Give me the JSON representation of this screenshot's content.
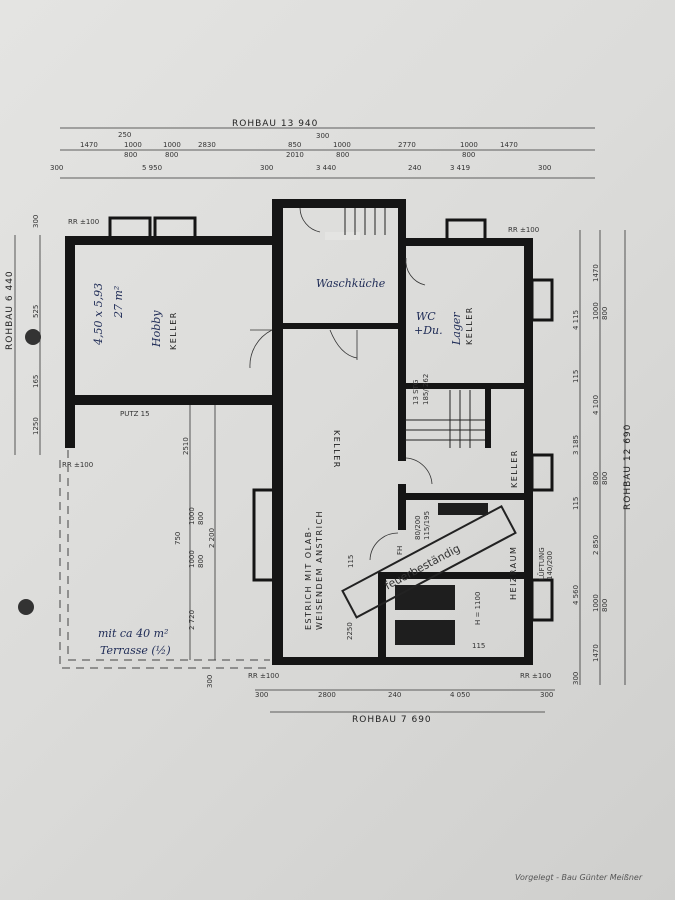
{
  "plan": {
    "overall_width": "ROHBAU  13 940",
    "overall_bottom": "ROHBAU  7 690",
    "overall_right": "ROHBAU  12 690",
    "overall_left": "ROHBAU  6 440",
    "top_row1": [
      "1470",
      "250",
      "1000",
      "800",
      "1000",
      "800",
      "2830",
      "850",
      "2010",
      "300",
      "1000",
      "800",
      "2770",
      "1000",
      "800",
      "1470"
    ],
    "top_row2": [
      "300",
      "5 950",
      "300",
      "3 440",
      "240",
      "3 419",
      "300"
    ],
    "bottom_row": [
      "300",
      "2800",
      "240",
      "4 050",
      "300"
    ],
    "right_inner": [
      "4 115",
      "115",
      "3 185",
      "115",
      "4 560",
      "300"
    ],
    "right_outer": [
      "1470",
      "1000",
      "800",
      "4 100",
      "800",
      "800",
      "2 850",
      "1000",
      "800",
      "1470"
    ],
    "left_dims": [
      "300",
      "525",
      "165",
      "1250"
    ],
    "terrace_dims": [
      "2510",
      "1000",
      "800",
      "750",
      "1000",
      "800",
      "2 200",
      "2 720",
      "300"
    ],
    "level_marks": [
      "RR ±100",
      "RR ±100",
      "RR ±100",
      "RR ±100",
      "RR ±100"
    ]
  },
  "rooms": {
    "hobby": "KELLER",
    "hobby_hand": "Hobby",
    "hobby_size": "4,50 x 5,93",
    "hobby_area": "27 m²",
    "putz": "PUTZ 15",
    "waschkueche": "Waschküche",
    "keller_middle": "KELLER",
    "lager": "KELLER",
    "lager_hand": "Lager",
    "wc": "WC",
    "du": "+Du.",
    "stair_note1": "13 STG",
    "stair_note2": "185/ 262",
    "keller_right": "KELLER",
    "estrich1": "ESTRICH MIT OLAB-",
    "estrich2": "WEISENDEM ANSTRICH",
    "heizraum": "HEIZRAUM",
    "lueftung1": "LÜFTUNG",
    "lueftung2": "140/200",
    "door_fh": "FH",
    "door_dim1": "80/200",
    "door_dim2": "115/195",
    "tank_height": "H = 1100",
    "dim_115a": "115",
    "dim_115b": "115",
    "dim_2250": "2250",
    "stamp": "feuerbeständig",
    "terrace1": "mit ca 40 m²",
    "terrace2": "Terrasse (½)"
  },
  "signature": "Vorgelegt - Bau Günter Meißner",
  "colors": {
    "wall": "#151515",
    "paper": "#dedede",
    "ink": "#1d2a55"
  }
}
